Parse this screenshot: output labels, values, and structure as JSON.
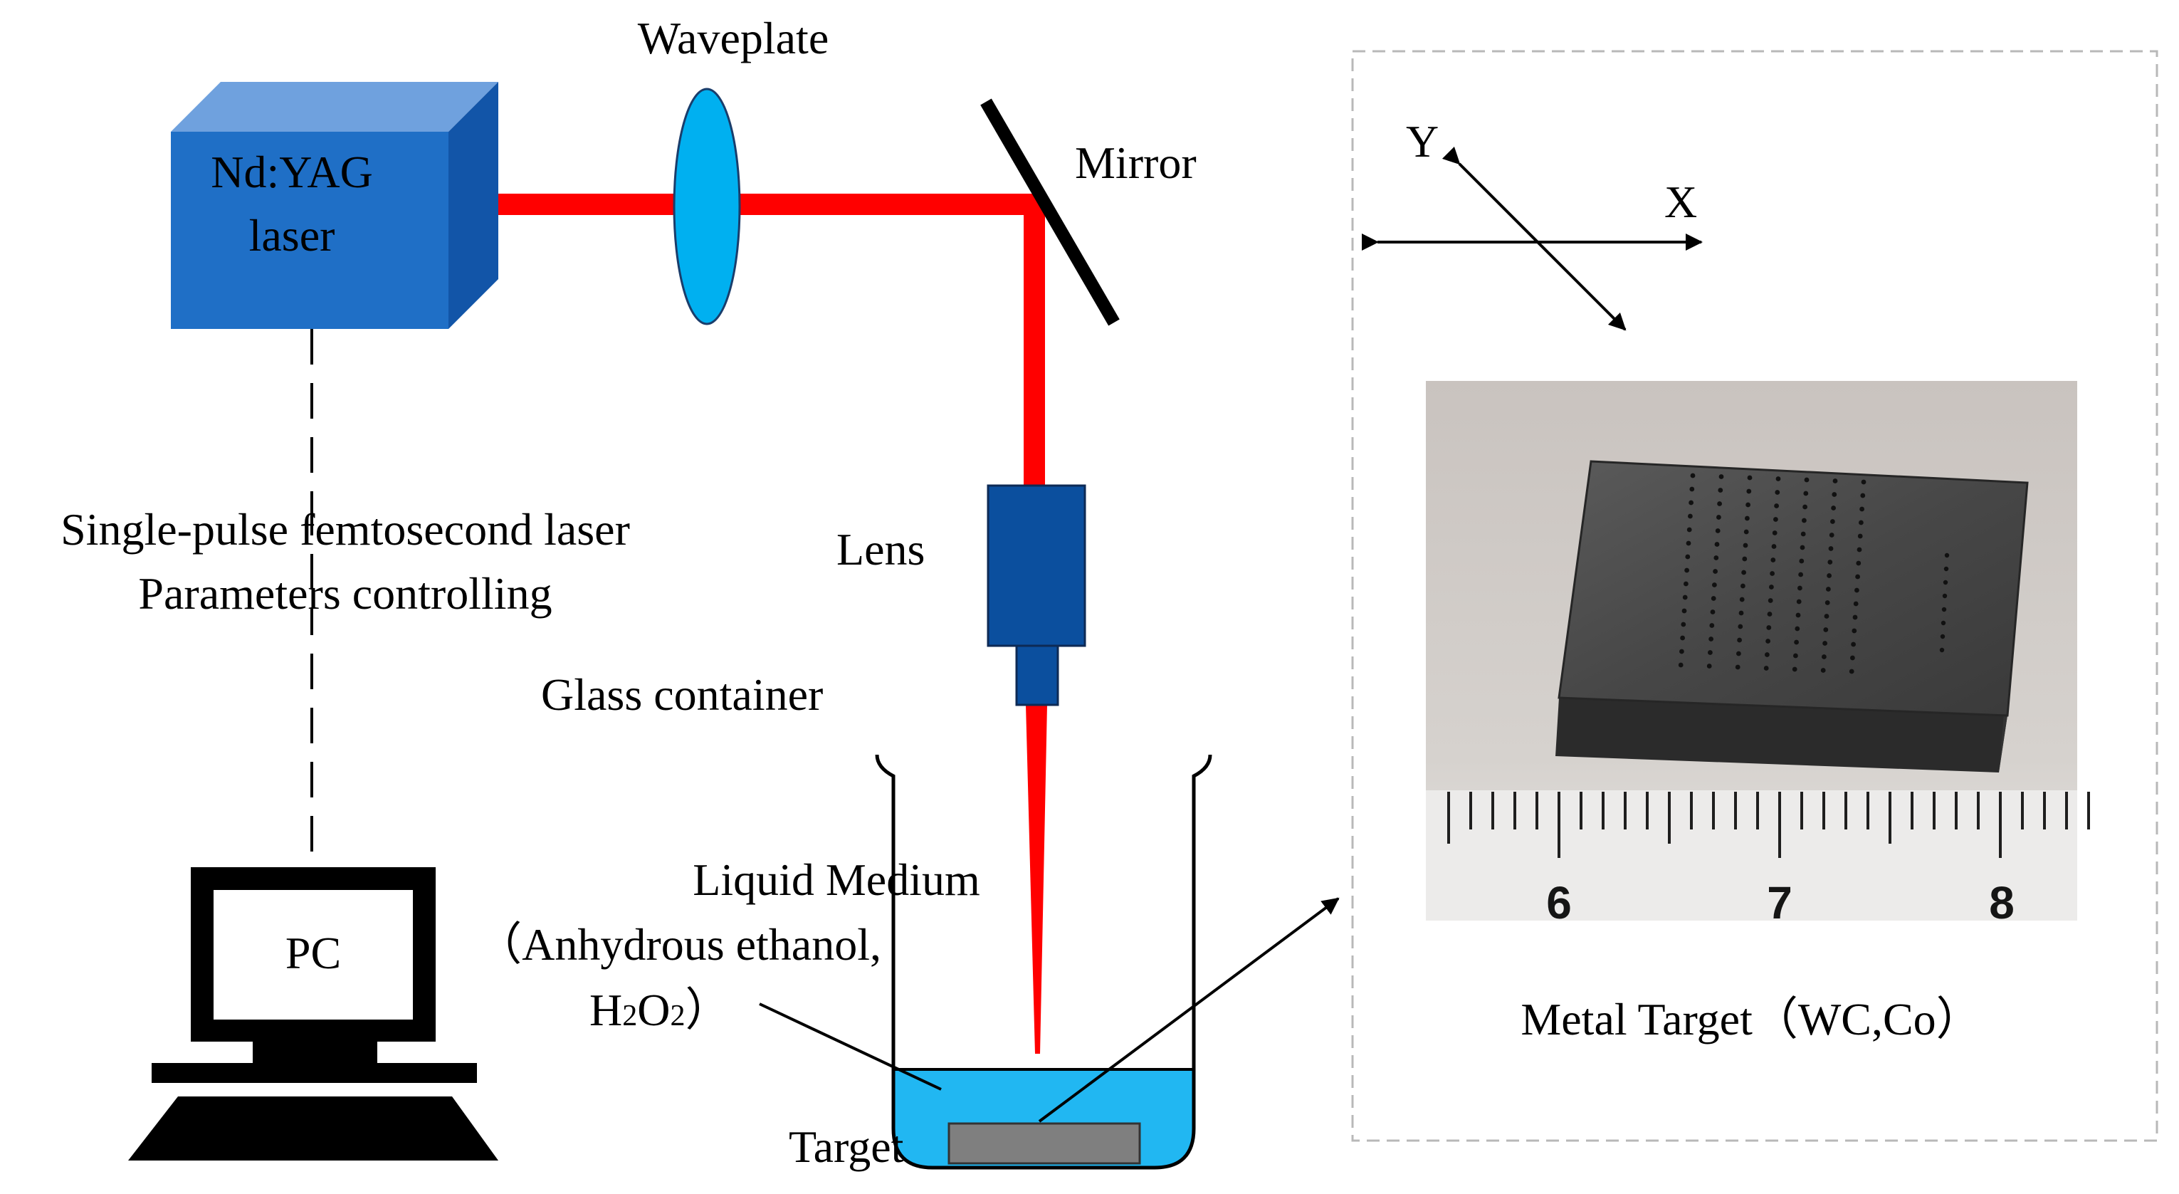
{
  "diagram": {
    "laser_label_line1": "Nd:YAG",
    "laser_label_line2": "laser",
    "waveplate_label": "Waveplate",
    "mirror_label": "Mirror",
    "lens_label": "Lens",
    "glass_container_label": "Glass container",
    "control_label_line1": "Single-pulse femtosecond laser",
    "control_label_line2": "Parameters controlling",
    "pc_label": "PC",
    "liquid_label_line1": "Liquid Medium",
    "liquid_label_line2": "（Anhydrous ethanol,",
    "liquid_label_line3_prefix": "H",
    "liquid_label_sub1": "2",
    "liquid_label_mid": "O",
    "liquid_label_sub2": "2",
    "liquid_label_suffix": "）",
    "target_label": "Target",
    "axis_y_label": "Y",
    "axis_x_label": "X",
    "metal_target_label": "Metal Target（WC,Co）",
    "ruler_numbers": [
      "6",
      "7",
      "8"
    ]
  },
  "colors": {
    "beam": "#ff0000",
    "laser_front": "#1f6fc6",
    "laser_top": "#6fa1de",
    "laser_side": "#1255a8",
    "waveplate": "#00b0f0",
    "lens": "#0b4f9e",
    "liquid": "#21b7f2",
    "target": "#7f7f7f"
  },
  "icons": [
    "laser-box-icon",
    "waveplate-icon",
    "mirror-icon",
    "lens-icon",
    "beaker-icon",
    "computer-icon"
  ]
}
